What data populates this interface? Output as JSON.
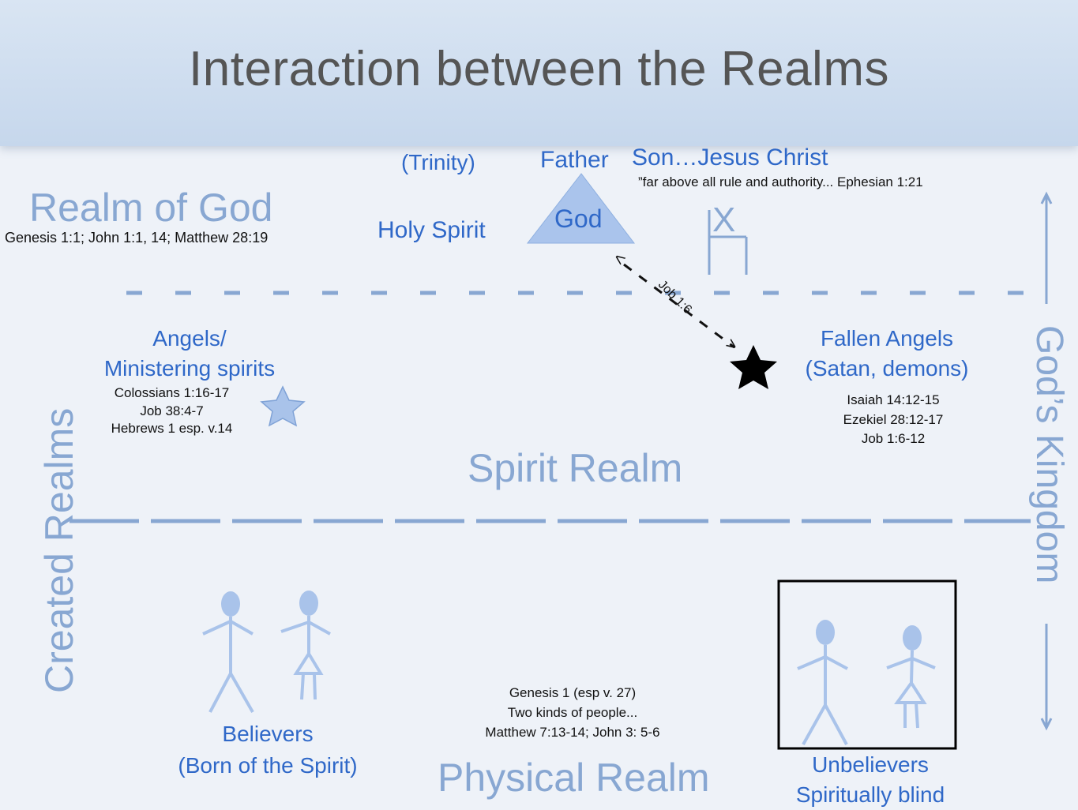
{
  "title": "Interaction between the Realms",
  "trinity": {
    "label": "(Trinity)",
    "father": "Father",
    "son": "Son…Jesus Christ",
    "son_quote": "”far above all rule and authority... Ephesian 1:21",
    "holy_spirit": "Holy Spirit",
    "god": "God",
    "x_mark": "X"
  },
  "realm_of_god": {
    "label": "Realm of God",
    "refs": "Genesis 1:1; John 1:1, 14; Matthew 28:19"
  },
  "job_arrow": {
    "label": "Job 1:6",
    "start_glyph": "<",
    "end_glyph": ">"
  },
  "angels": {
    "line1": "Angels/",
    "line2": "Ministering spirits",
    "refs": [
      "Colossians 1:16-17",
      "Job 38:4-7",
      "Hebrews 1 esp. v.14"
    ]
  },
  "fallen_angels": {
    "line1": "Fallen Angels",
    "line2": "(Satan, demons)",
    "refs": [
      "Isaiah 14:12-15",
      "Ezekiel 28:12-17",
      "Job 1:6-12"
    ]
  },
  "spirit_realm": "Spirit Realm",
  "created_realms": "Created Realms",
  "gods_kingdom": "God’s Kingdom",
  "people_refs": [
    "Genesis 1 (esp v. 27)",
    "Two kinds of people...",
    "Matthew 7:13-14; John 3: 5-6"
  ],
  "believers": {
    "line1": "Believers",
    "line2": "(Born of the Spirit)"
  },
  "unbelievers": {
    "line1": "Unbelievers",
    "line2": "Spiritually blind"
  },
  "physical_realm": "Physical Realm",
  "colors": {
    "accent_blue": "#2f68c8",
    "light_blue": "#88a7d2",
    "figure_blue": "#a9c3ea",
    "text_gray": "#555555"
  }
}
